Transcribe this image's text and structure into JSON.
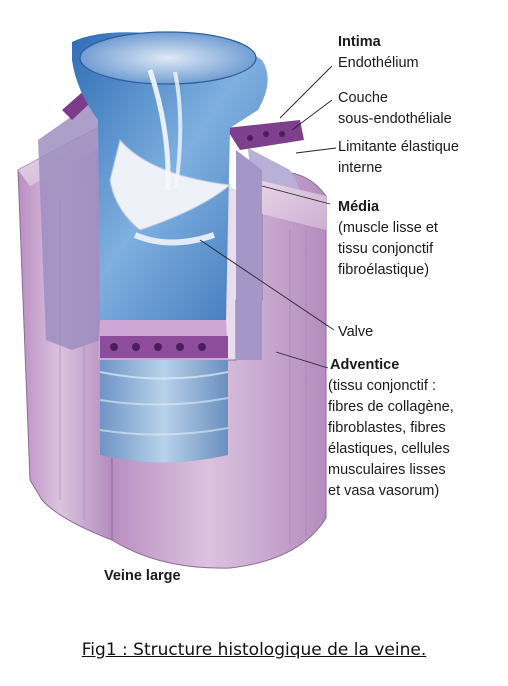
{
  "labels": {
    "intima": "Intima",
    "endothelium": "Endothélium",
    "couche": "Couche\nsous-endothéliale",
    "limitante": "Limitante élastique\ninterne",
    "media": "Média",
    "media_desc": "(muscle lisse et\ntissu conjonctif\nfibroélastique)",
    "valve": "Valve",
    "adventice": "Adventice",
    "adventice_desc": "(tissu conjonctif :\nfibres de collagène,\nfibroblastes, fibres\nélastiques, cellules\nmusculaires lisses\net vasa vasorum)",
    "veine": "Veine large"
  },
  "caption": "Fig1 : Structure histologique de la veine.",
  "colors": {
    "adventitia": "#c9a3cf",
    "media": "#9f8fbf",
    "intima_purple": "#7e3f8c",
    "lumen_blue": "#4f86c6",
    "valve_white": "#e8eef6"
  }
}
